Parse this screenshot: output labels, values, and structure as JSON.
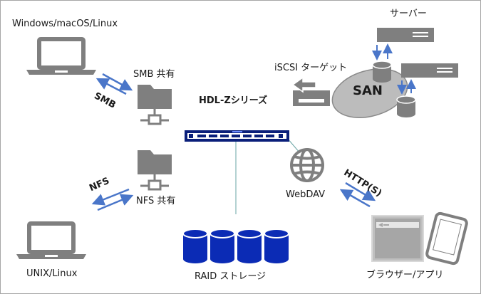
{
  "labels": {
    "top_left": "Windows/macOS/Linux",
    "smb_share": "SMB 共有",
    "server": "サーバー",
    "iscsi_target": "iSCSI ターゲット",
    "san": "SAN",
    "product": "HDL-Zシリーズ",
    "smb": "SMB",
    "nfs": "NFS",
    "nfs_share": "NFS 共有",
    "webdav": "WebDAV",
    "http": "HTTP(S)",
    "bottom_left": "UNIX/Linux",
    "raid": "RAID ストレージ",
    "browser_app": "ブラウザー/アプリ"
  },
  "colors": {
    "icon_gray": "#7f7f7f",
    "arrow_blue": "#4a76c9",
    "nas_navy": "#0a1f7a",
    "raid_blue": "#0b2bb5",
    "line_teal": "#6aa5a5",
    "san_ellipse": "#bcbcbc"
  },
  "icons": [
    "laptop-icon",
    "folder-network-icon",
    "server-icon",
    "database-icon",
    "iscsi-target-icon",
    "globe-icon",
    "browser-window-icon",
    "smartphone-icon",
    "nas-device-icon",
    "raid-disk-icon"
  ]
}
